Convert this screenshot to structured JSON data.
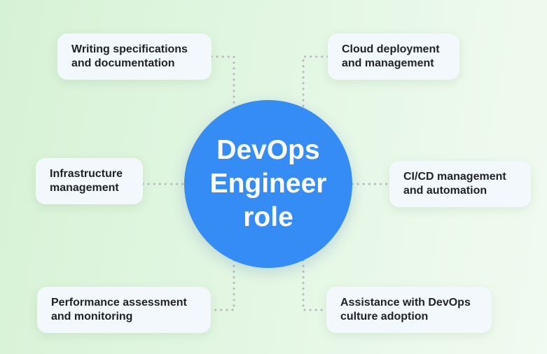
{
  "center": {
    "title": "DevOps Engineer role"
  },
  "items": [
    {
      "label": "Writing specifications and documentation"
    },
    {
      "label": "Cloud deployment and management"
    },
    {
      "label": "Infrastructure management"
    },
    {
      "label": "CI/CD management and automation"
    },
    {
      "label": "Performance assessment and monitoring"
    },
    {
      "label": "Assistance with DevOps culture adoption"
    }
  ],
  "colors": {
    "center": "#358cf5",
    "connector": "#b8b8bc",
    "box": "#f3f8fc"
  }
}
